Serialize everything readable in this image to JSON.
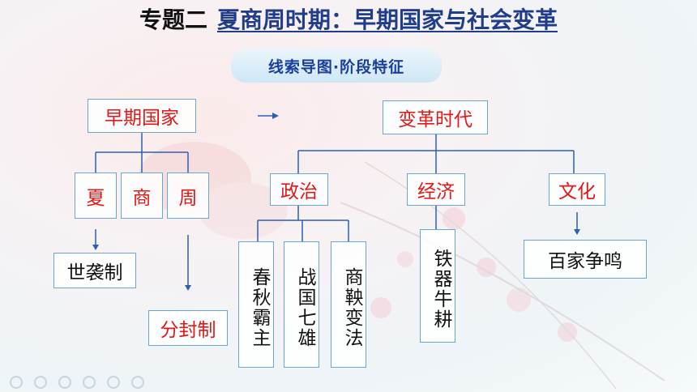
{
  "title_prefix": "专题二",
  "title_main": "夏商周时期：早期国家与社会变革",
  "subtitle": "线索导图·阶段特征",
  "nodes": {
    "early_state": "早期国家",
    "xia": "夏",
    "shang": "商",
    "zhou": "周",
    "hereditary": "世袭制",
    "enfeoffment": "分封制",
    "reform_era": "变革时代",
    "politics": "政治",
    "economy": "经济",
    "culture": "文化",
    "spring_autumn": "春秋霸主",
    "warring_states": "战国七雄",
    "shang_yang": "商鞅变法",
    "iron_ox": "铁器牛耕",
    "hundred_schools": "百家争鸣"
  },
  "colors": {
    "accent_red": "#e01818",
    "title_blue": "#1f3d8a",
    "line_blue": "#2b5fb3",
    "box_border": "#6aa7cf"
  }
}
